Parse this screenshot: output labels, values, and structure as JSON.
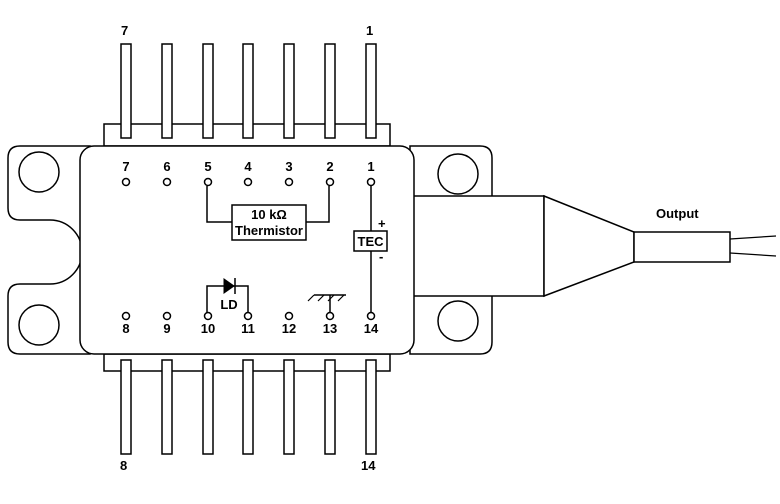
{
  "outer_labels": {
    "top_left": "7",
    "top_right": "1",
    "bottom_left": "8",
    "bottom_right": "14"
  },
  "pins_top": [
    "7",
    "6",
    "5",
    "4",
    "3",
    "2",
    "1"
  ],
  "pins_bottom": [
    "8",
    "9",
    "10",
    "11",
    "12",
    "13",
    "14"
  ],
  "thermistor": {
    "line1": "10 kΩ",
    "line2": "Thermistor"
  },
  "tec": {
    "label": "TEC",
    "plus": "+",
    "minus": "-"
  },
  "laser_diode": {
    "label": "LD"
  },
  "output_label": "Output"
}
